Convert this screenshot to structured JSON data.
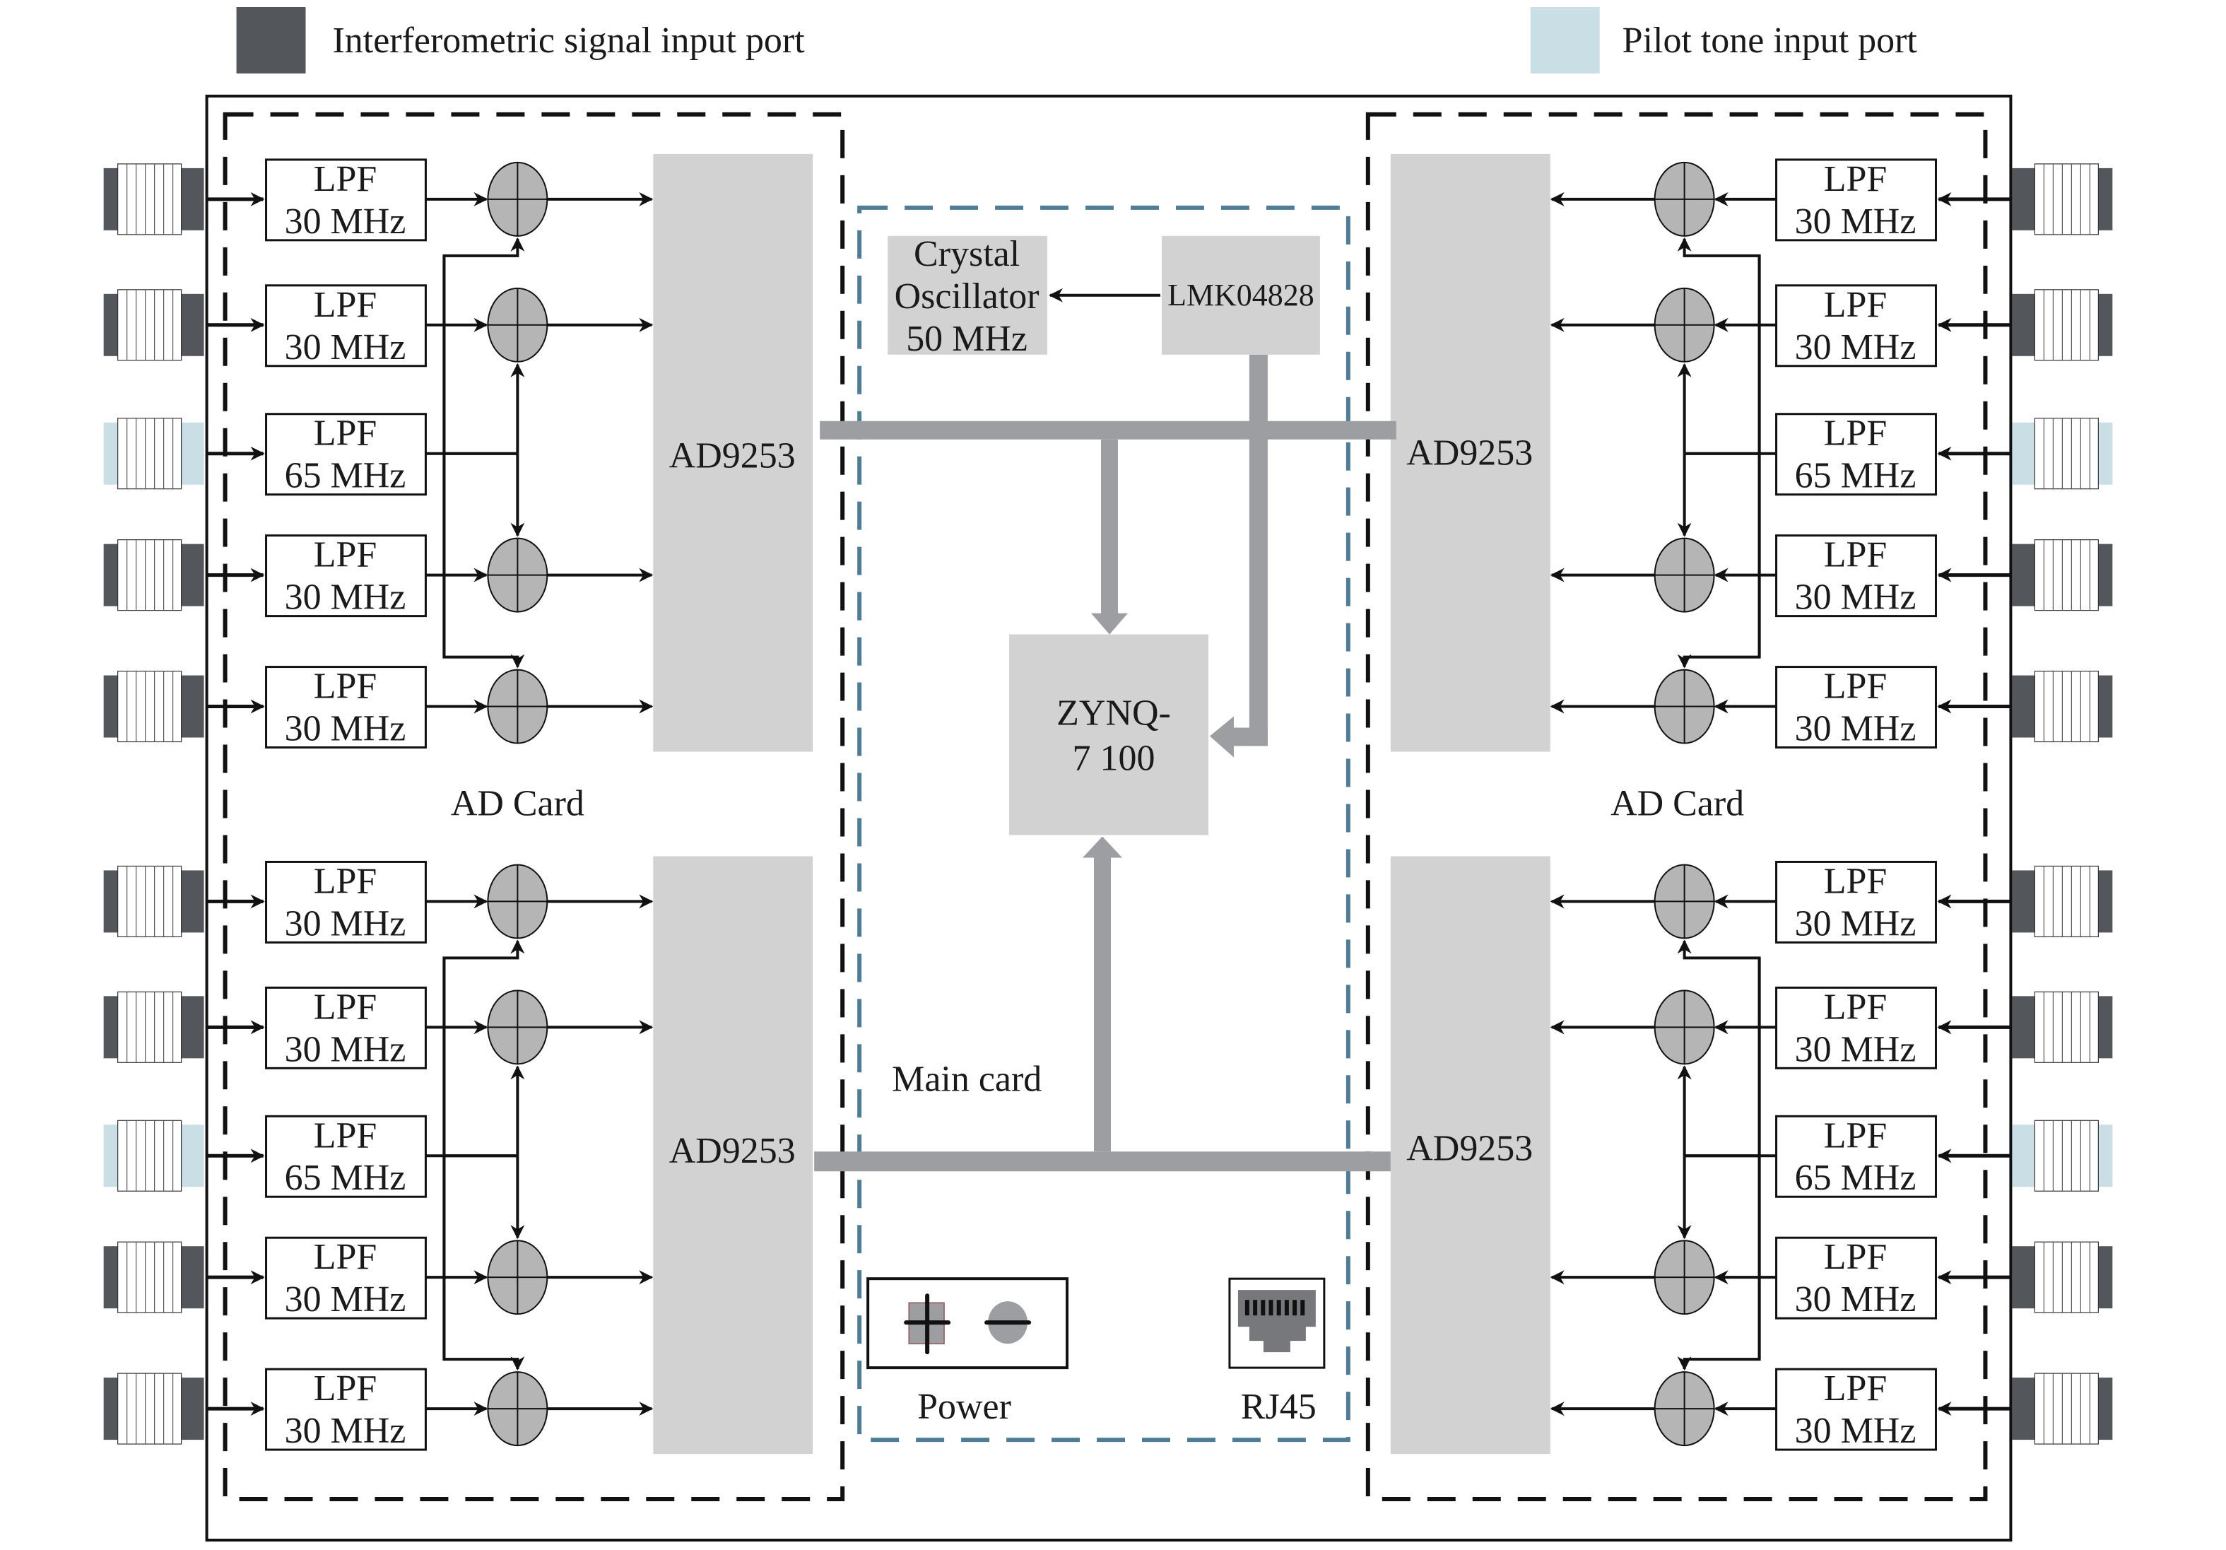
{
  "legend": [
    {
      "label": "Interferometric signal input port",
      "color": "#53575b",
      "kind": "interferometric"
    },
    {
      "label": "Pilot tone input port",
      "color": "#c9dfe5",
      "kind": "pilot"
    }
  ],
  "colors": {
    "interferometric_port": "#53575b",
    "pilot_port": "#c9dfe5",
    "chip_fill": "#d2d2d2",
    "bus": "#9c9ea1",
    "main_card_border": "#4f7d97",
    "combiner_fill": "#b5b5b5",
    "rj45": "#76787c"
  },
  "ad_cards": [
    {
      "side": "left",
      "label": "AD Card",
      "groups": [
        {
          "adc_label": "AD9253",
          "channels": [
            {
              "port": "interferometric",
              "filter_line1": "LPF",
              "filter_line2": "30 MHz"
            },
            {
              "port": "interferometric",
              "filter_line1": "LPF",
              "filter_line2": "30 MHz"
            },
            {
              "port": "pilot",
              "filter_line1": "LPF",
              "filter_line2": "65 MHz"
            },
            {
              "port": "interferometric",
              "filter_line1": "LPF",
              "filter_line2": "30 MHz"
            },
            {
              "port": "interferometric",
              "filter_line1": "LPF",
              "filter_line2": "30 MHz"
            }
          ]
        },
        {
          "adc_label": "AD9253",
          "channels": [
            {
              "port": "interferometric",
              "filter_line1": "LPF",
              "filter_line2": "30 MHz"
            },
            {
              "port": "interferometric",
              "filter_line1": "LPF",
              "filter_line2": "30 MHz"
            },
            {
              "port": "pilot",
              "filter_line1": "LPF",
              "filter_line2": "65 MHz"
            },
            {
              "port": "interferometric",
              "filter_line1": "LPF",
              "filter_line2": "30 MHz"
            },
            {
              "port": "interferometric",
              "filter_line1": "LPF",
              "filter_line2": "30 MHz"
            }
          ]
        }
      ]
    },
    {
      "side": "right",
      "label": "AD Card",
      "groups": [
        {
          "adc_label": "AD9253",
          "channels": [
            {
              "port": "interferometric",
              "filter_line1": "LPF",
              "filter_line2": "30 MHz"
            },
            {
              "port": "interferometric",
              "filter_line1": "LPF",
              "filter_line2": "30 MHz"
            },
            {
              "port": "pilot",
              "filter_line1": "LPF",
              "filter_line2": "65 MHz"
            },
            {
              "port": "interferometric",
              "filter_line1": "LPF",
              "filter_line2": "30 MHz"
            },
            {
              "port": "interferometric",
              "filter_line1": "LPF",
              "filter_line2": "30 MHz"
            }
          ]
        },
        {
          "adc_label": "AD9253",
          "channels": [
            {
              "port": "interferometric",
              "filter_line1": "LPF",
              "filter_line2": "30 MHz"
            },
            {
              "port": "interferometric",
              "filter_line1": "LPF",
              "filter_line2": "30 MHz"
            },
            {
              "port": "pilot",
              "filter_line1": "LPF",
              "filter_line2": "65 MHz"
            },
            {
              "port": "interferometric",
              "filter_line1": "LPF",
              "filter_line2": "30 MHz"
            },
            {
              "port": "interferometric",
              "filter_line1": "LPF",
              "filter_line2": "30 MHz"
            }
          ]
        }
      ]
    }
  ],
  "main_card": {
    "label": "Main card",
    "crystal": {
      "line1": "Crystal",
      "line2": "Oscillator",
      "line3": "50 MHz"
    },
    "clock_chip": "LMK04828",
    "fpga": {
      "line1": "ZYNQ-",
      "line2": "7 100"
    },
    "power_label": "Power",
    "rj45_label": "RJ45"
  }
}
